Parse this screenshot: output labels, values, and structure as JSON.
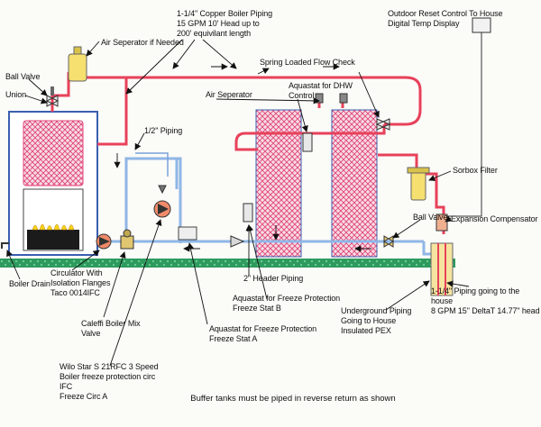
{
  "labels": {
    "copper_piping": "1-1/4\" Copper Boiler Piping\n15 GPM  10' Head up to\n200' equivilant length",
    "outdoor_reset": "Outdoor Reset Control  To House\nDigital Temp Display",
    "air_separator_top": "Air Seperator if Needed",
    "ball_valve_left": "Ball Valve",
    "union": "Union",
    "spring_check": "Spring Loaded Flow Check",
    "air_separator": "Air Seperator",
    "aquastat_dhw": "Aquastat for DHW\nControl",
    "half_piping": "1/2\" Piping",
    "sorbox": "Sorbox Filter",
    "ball_valve_right": "Ball Valve",
    "expansion": "Expansion Compensator",
    "header_piping": "2\" Header Piping",
    "freeze_b": "Aquastat for Freeze Protection\nFreeze Stat B",
    "boiler_drain": "Boiler Drain",
    "circulator": "Circulator With\nIsolation Flanges\nTaco 0014IFC",
    "caleffi": "Caleffi Boiler Mix\nValve",
    "freeze_a": "Aquastat for Freeze Protection\nFreeze Stat A",
    "underground": "Underground Piping\nGoing to House\nInsulated PEX",
    "house_piping": "1-1/4\" Piping going to the house\n8 GPM  15\" DeltaT  14.77\" head",
    "wilo": "Wilo Star S 21RFC 3 Speed\nBoiler freeze protection circ\nIFC\nFreeze Circ A"
  },
  "note": "Buffer tanks must be piped in reverse return as shown",
  "colors": {
    "supply_pipe": "#e8415a",
    "return_pipe": "#8fb6e6",
    "ground": "#38b070",
    "tank_hatch": "#e0447a",
    "tank_outline": "#3a5fb0",
    "flame": "#f5d21a"
  }
}
